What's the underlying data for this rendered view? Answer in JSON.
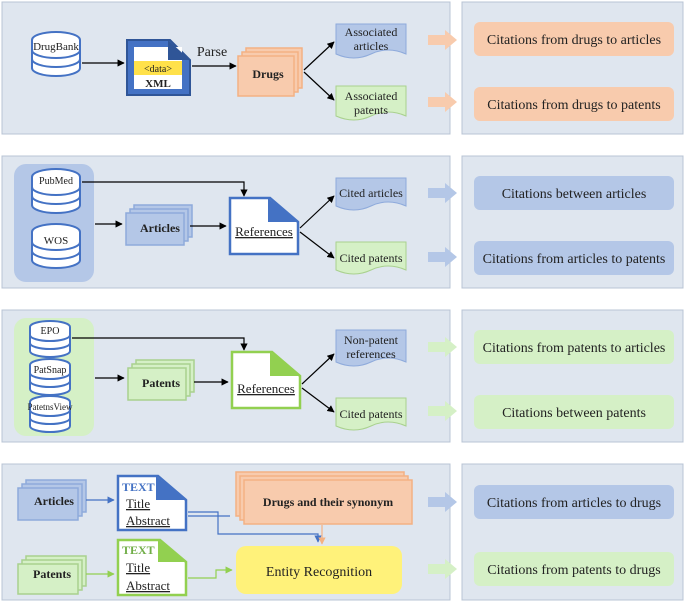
{
  "panel1": {
    "db_label": "DrugBank",
    "xml_tag": "<data>",
    "xml_label": "XML",
    "parse_label": "Parse",
    "drugs_label": "Drugs",
    "assoc_articles_1": "Associated",
    "assoc_articles_2": "articles",
    "assoc_patents_1": "Associated",
    "assoc_patents_2": "patents",
    "result_1": "Citations from drugs to articles",
    "result_2": "Citations from drugs to patents"
  },
  "panel2": {
    "db1_label": "PubMed",
    "db2_label": "WOS",
    "articles_label": "Articles",
    "references_label": "References",
    "cited_articles": "Cited articles",
    "cited_patents": "Cited patents",
    "result_1": "Citations between articles",
    "result_2": "Citations from articles to patents"
  },
  "panel3": {
    "db1_label": "EPO",
    "db2_label": "PatSnap",
    "db3_label": "PatetnsView",
    "patents_label": "Patents",
    "references_label": "References",
    "nonpatent_1": "Non-patent",
    "nonpatent_2": "references",
    "cited_patents": "Cited patents",
    "result_1": "Citations from patents to articles",
    "result_2": "Citations between patents"
  },
  "panel4": {
    "articles_label": "Articles",
    "patents_label": "Patents",
    "text_tag": "TEXT",
    "title_label": "Title",
    "abstract_label": "Abstract",
    "drugs_synonym": "Drugs and their synonym",
    "entity_recognition": "Entity Recognition",
    "result_1": "Citations from articles to drugs",
    "result_2": "Citations from patents to drugs"
  },
  "colors": {
    "panel_bg": "#dfe6ef",
    "blue": "#4472c4",
    "blue_fill": "#b4c7e7",
    "green": "#92d050",
    "green_fill": "#d5f0c6",
    "orange": "#f4b183",
    "orange_fill": "#f8cbad",
    "yellow": "#fff27a"
  }
}
